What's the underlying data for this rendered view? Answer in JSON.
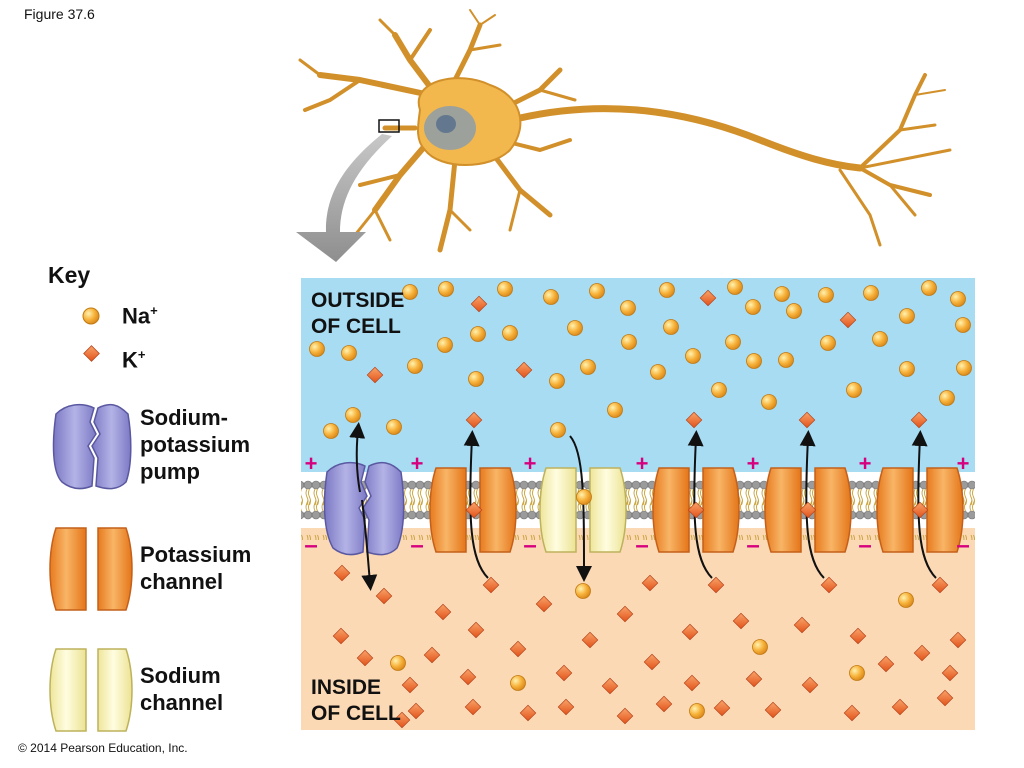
{
  "figure_label": "Figure 37.6",
  "copyright": "© 2014 Pearson Education, Inc.",
  "key": {
    "title": "Key",
    "na_label": "Na",
    "na_charge": "+",
    "k_label": "K",
    "k_charge": "+",
    "pump_label": [
      "Sodium-",
      "potassium",
      "pump"
    ],
    "k_channel_label": [
      "Potassium",
      "channel"
    ],
    "na_channel_label": [
      "Sodium",
      "channel"
    ]
  },
  "regions": {
    "outside": [
      "OUTSIDE",
      "OF CELL"
    ],
    "inside": [
      "INSIDE",
      "OF CELL"
    ]
  },
  "charges": {
    "outside": "+",
    "inside": "–"
  },
  "colors": {
    "outside": "#a7dcf3",
    "inside": "#fcd9b5",
    "na_ion": "#f5a623",
    "k_ion": "#f06b22",
    "pump": "#8f8ed1",
    "k_channel": "#f49a3f",
    "na_channel": "#fbf6b8",
    "neuron": "#f2b74d",
    "charge": "#d6007e"
  }
}
